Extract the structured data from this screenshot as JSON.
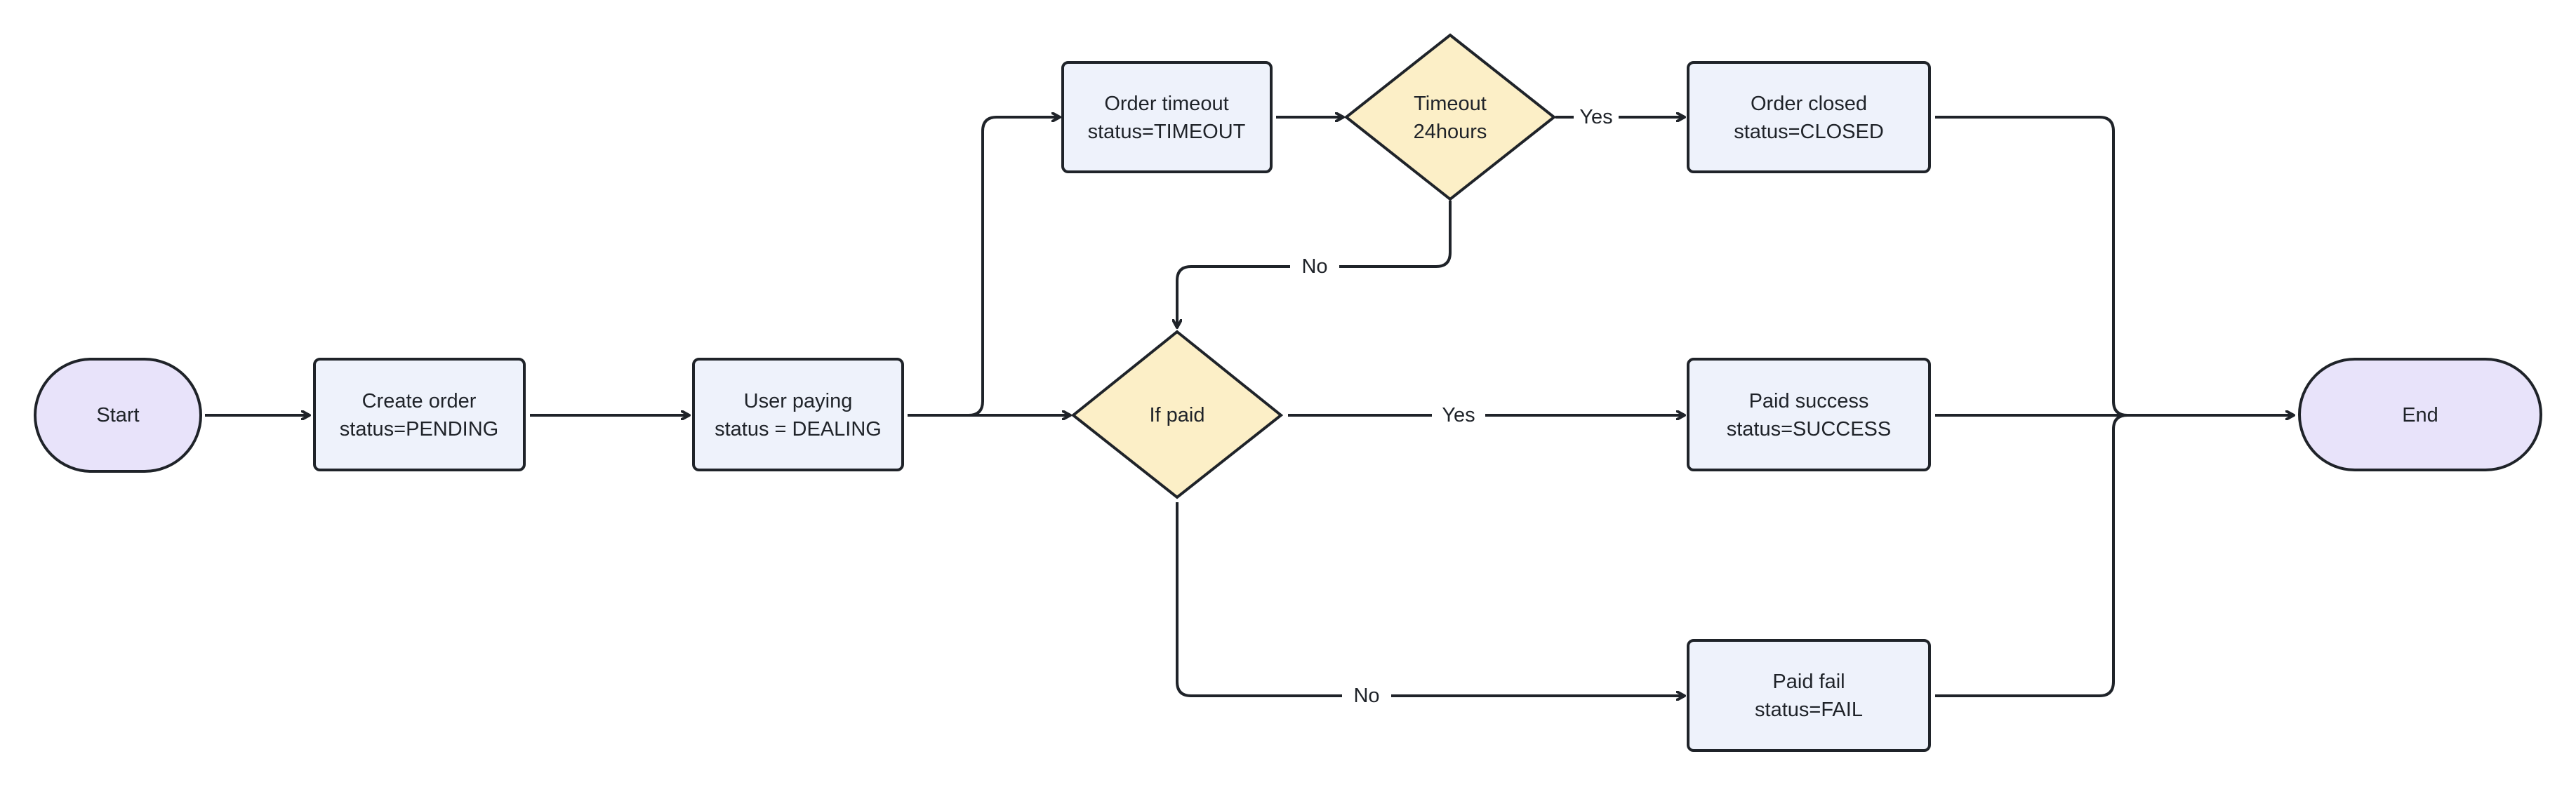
{
  "nodes": {
    "start": {
      "lines": [
        "Start"
      ]
    },
    "create_order": {
      "lines": [
        "Create order",
        "status=PENDING"
      ]
    },
    "user_paying": {
      "lines": [
        "User paying",
        "status = DEALING"
      ]
    },
    "order_timeout": {
      "lines": [
        "Order timeout",
        "status=TIMEOUT"
      ]
    },
    "timeout_check": {
      "lines": [
        "Timeout",
        "24hours"
      ]
    },
    "order_closed": {
      "lines": [
        "Order closed",
        "status=CLOSED"
      ]
    },
    "if_paid": {
      "lines": [
        "If paid"
      ]
    },
    "paid_success": {
      "lines": [
        "Paid success",
        "status=SUCCESS"
      ]
    },
    "paid_fail": {
      "lines": [
        "Paid fail",
        "status=FAIL"
      ]
    },
    "end": {
      "lines": [
        "End"
      ]
    }
  },
  "edges": {
    "timeout_yes": "Yes",
    "timeout_no": "No",
    "paid_yes": "Yes",
    "paid_no": "No"
  },
  "colors": {
    "terminal_fill": "#e8e3fa",
    "process_fill": "#eef2fb",
    "decision_fill": "#fcefc7",
    "stroke": "#1f2329"
  }
}
